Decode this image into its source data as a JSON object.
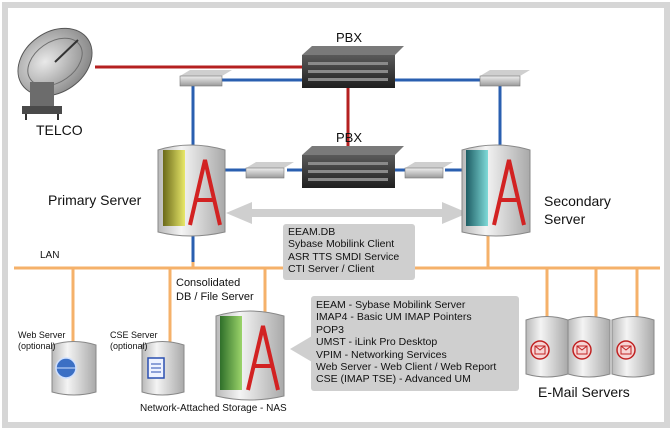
{
  "labels": {
    "telco": "TELCO",
    "pbx_top": "PBX",
    "pbx_bottom": "PBX",
    "primary_server": "Primary Server",
    "secondary_server": "Secondary\nServer",
    "lan": "LAN",
    "consolidated": "Consolidated\nDB / File Server",
    "web_server": "Web Server\n(optional)",
    "cse_server": "CSE Server\n(optional)",
    "nas": "Network-Attached Storage - NAS",
    "email_servers": "E-Mail Servers"
  },
  "center_box": {
    "lines": [
      "EEAM.DB",
      "Sybase Mobilink Client",
      "ASR TTS SMDI Service",
      "CTI Server / Client"
    ]
  },
  "services_box": {
    "lines": [
      "EEAM - Sybase Mobilink Server",
      "IMAP4 - Basic UM IMAP Pointers",
      "POP3",
      "UMST - iLink Pro Desktop",
      "VPIM - Networking Services",
      "Web Server - Web Client / Web Report",
      "CSE (IMAP TSE) - Advanced UM"
    ]
  },
  "colors": {
    "frame": "#d6d6d6",
    "lan_line": "#f5b16a",
    "phone_line": "#b52020",
    "network_line": "#2a5fb0",
    "callout_box": "#cfcfcf",
    "logo_red": "#d22222"
  },
  "icons": {
    "telco": "satellite-dish-icon",
    "pbx": "pbx-unit-icon",
    "switch": "network-switch-icon",
    "server": "server-tower-icon",
    "web": "globe-icon",
    "cse": "document-icon",
    "email": "envelope-icon"
  }
}
